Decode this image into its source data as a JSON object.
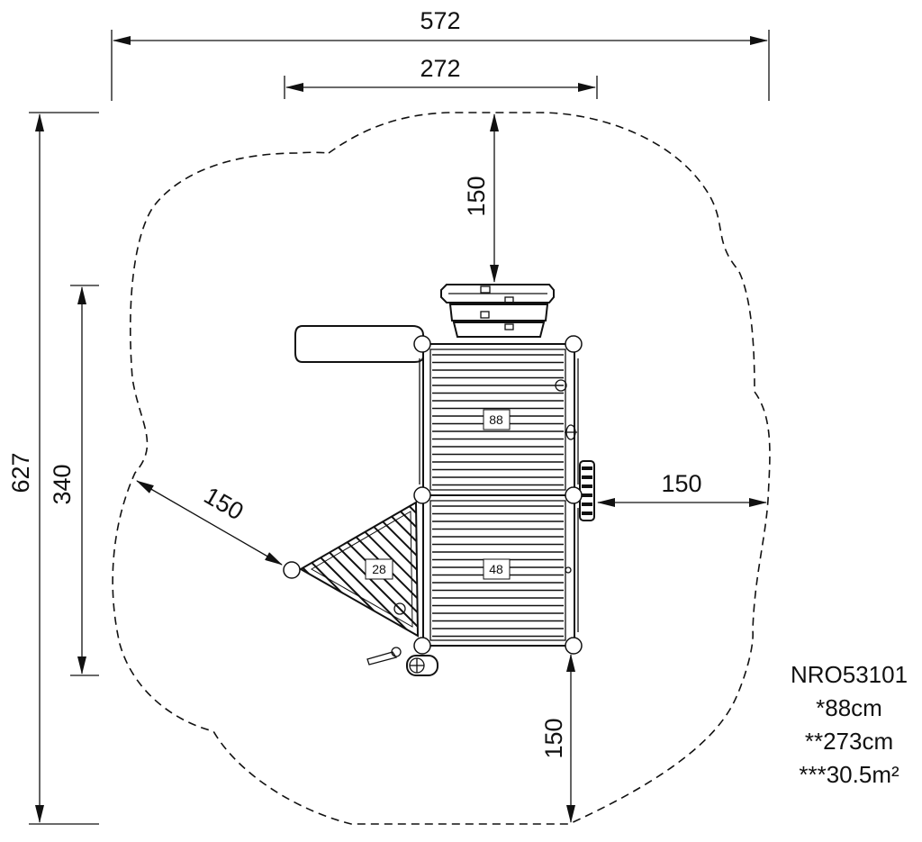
{
  "dimensions": {
    "total_width": "572",
    "inner_width": "272",
    "total_height": "627",
    "inner_height": "340",
    "clearance_top": "150",
    "clearance_right": "150",
    "clearance_bottom": "150",
    "clearance_diagonal": "150"
  },
  "platforms": {
    "upper": "88",
    "lower": "48",
    "slide": "28"
  },
  "info": {
    "product_code": "NRO53101",
    "line1": "*88cm",
    "line2": "**273cm",
    "line3": "***30.5m²"
  },
  "colors": {
    "line": "#111111",
    "background": "#ffffff"
  }
}
